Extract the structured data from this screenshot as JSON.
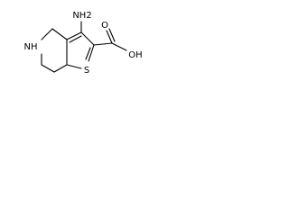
{
  "molecule": {
    "atoms": {
      "amine": "NH2",
      "amine_n": "NH",
      "sulfur": "S",
      "carbonyl_o": "O",
      "hydroxyl": "OH"
    }
  }
}
